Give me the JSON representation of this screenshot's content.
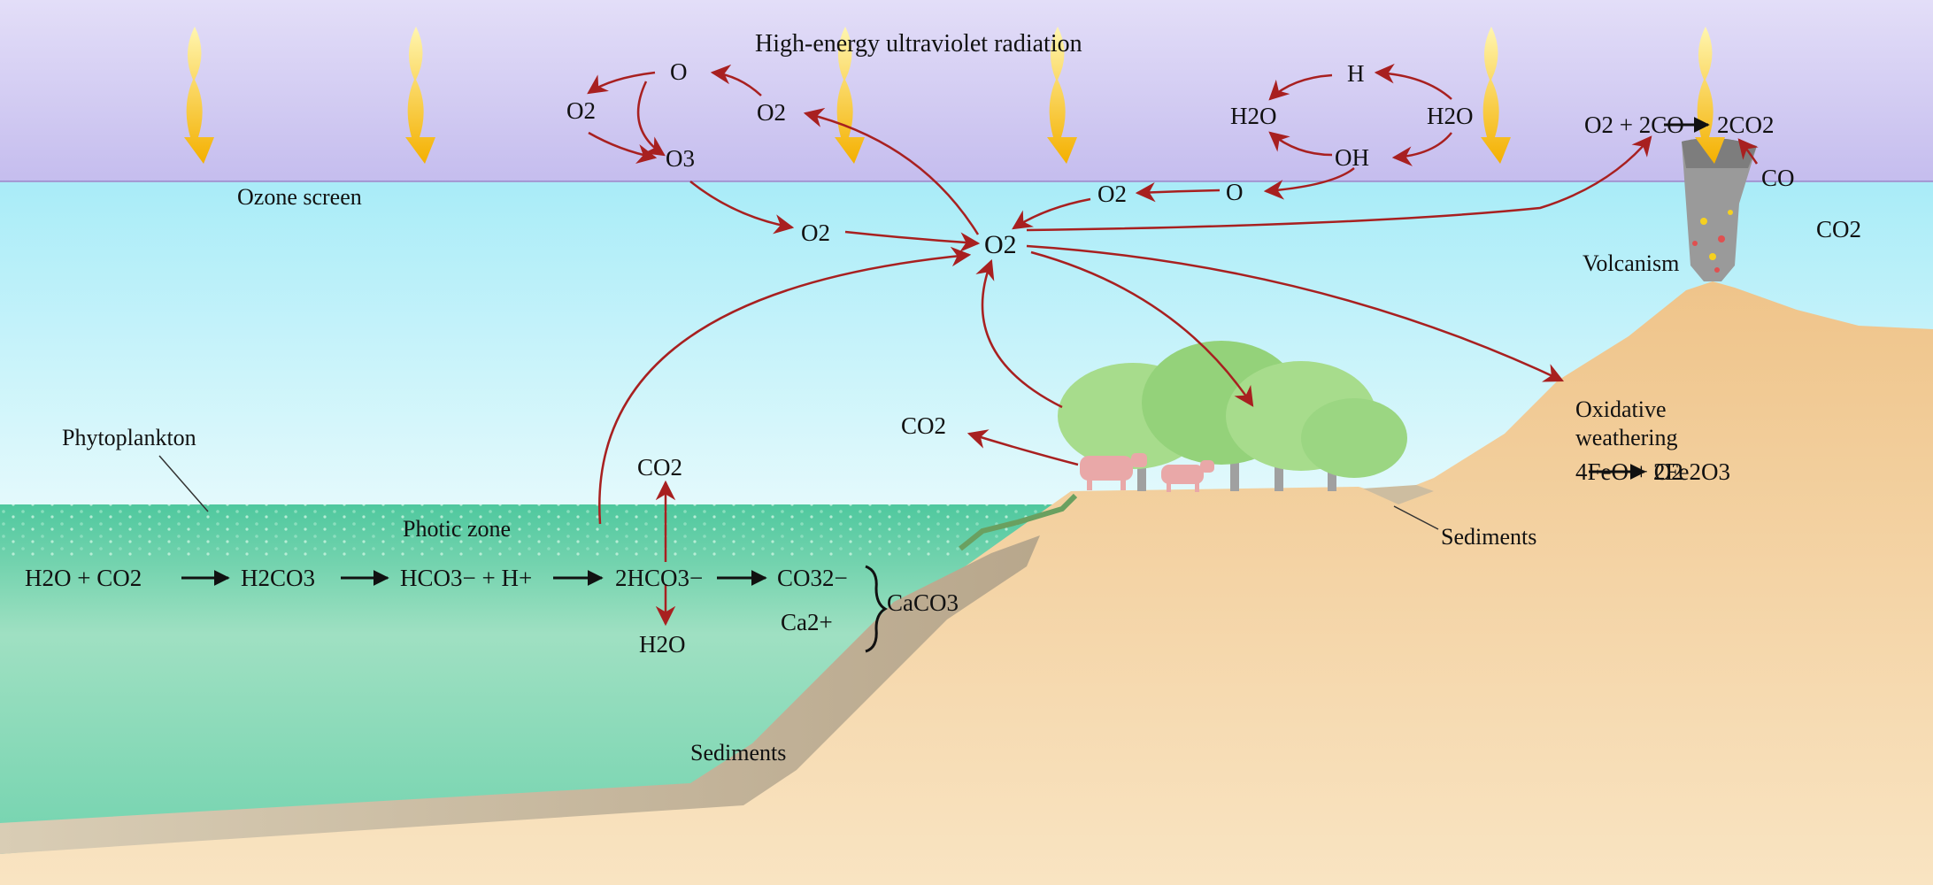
{
  "labels": {
    "uv_title": "High-energy ultraviolet radiation",
    "ozone_screen": "Ozone screen",
    "phytoplankton": "Phytoplankton",
    "photic_zone": "Photic zone",
    "sediments_sea": "Sediments",
    "sediments_land": "Sediments",
    "volcanism": "Volcanism",
    "oxidative": "Oxidative",
    "weathering": "weathering"
  },
  "species": {
    "o_top": "O",
    "o2_left": "O2",
    "o2_right": "O2",
    "o3": "O3",
    "o2_mid": "O2",
    "o2_center": "O2",
    "h": "H",
    "h2o_left": "H2O",
    "h2o_right": "H2O",
    "oh": "OH",
    "o_right": "O",
    "o2_right2": "O2",
    "co2_trees": "CO2",
    "co2_photic": "CO2",
    "h2o_photic": "H2O",
    "co_volcano": "CO",
    "co2_volcano": "CO2",
    "ca": "Ca2+",
    "caco3": "CaCO3"
  },
  "equations": {
    "ocean": [
      "H2O + CO2",
      "H2CO3",
      "HCO3− + H+",
      "2HCO3−",
      "CO32−"
    ],
    "volcano": [
      "O2 + 2CO",
      "2CO2"
    ],
    "weathering": [
      "4FeO + O2",
      "2Fe2O3"
    ]
  },
  "colors": {
    "atmosphere": "#cfc8f0",
    "ocean_top": "#bdeff8",
    "sea": "#5ecfa8",
    "land": "#f2cd94",
    "arrow": "#a82020",
    "uv": "#f5b800"
  }
}
